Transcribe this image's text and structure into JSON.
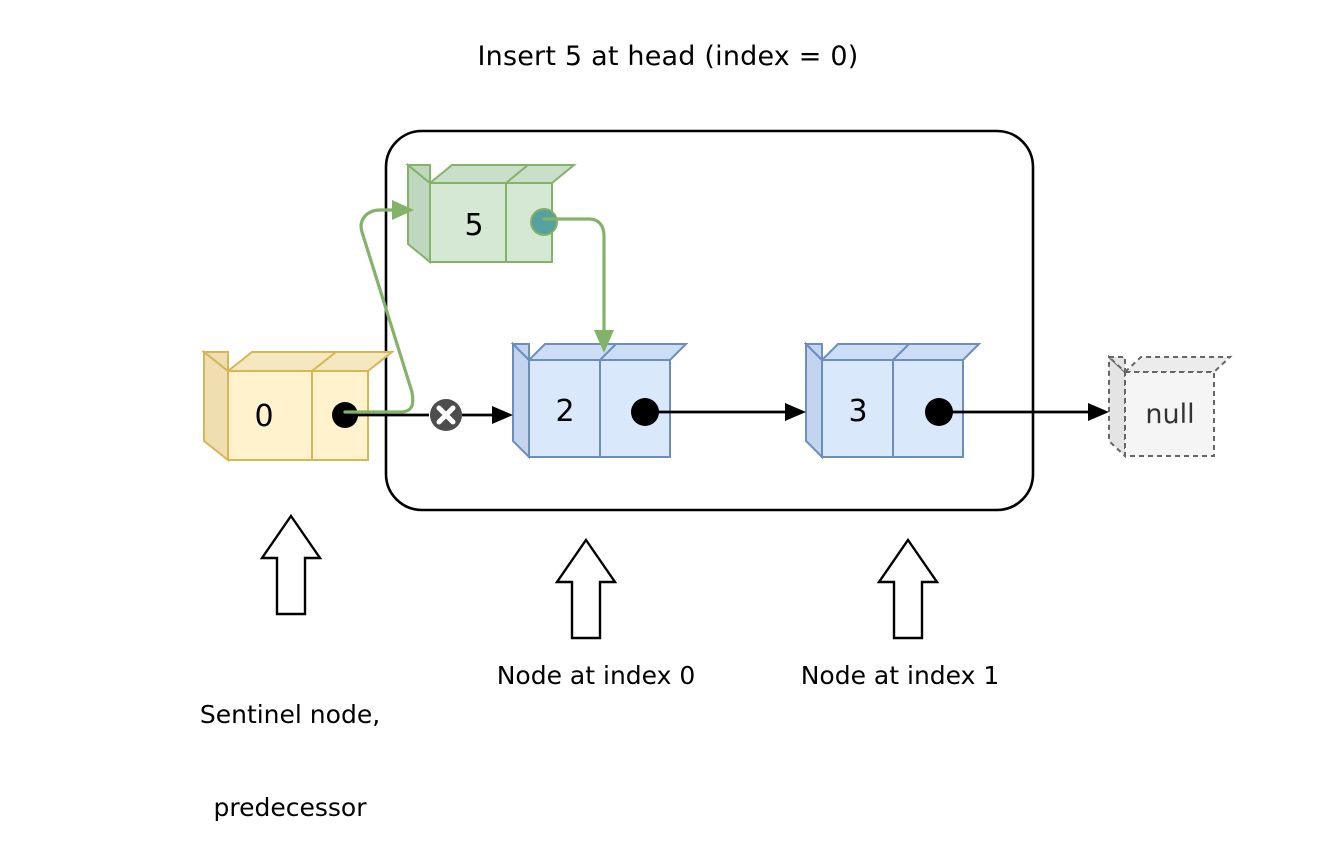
{
  "diagram": {
    "title": "Insert 5 at head (index = 0)",
    "type": "linked-list-insertion",
    "colors": {
      "sentinel_fill": "#fff2cc",
      "sentinel_stroke": "#d6b656",
      "sentinel_top_fill": "#f5e7be",
      "sentinel_side_fill": "#efdfb0",
      "new_node_fill": "#d5e8d4",
      "new_node_stroke": "#82b366",
      "new_node_top_fill": "#cadfc9",
      "new_node_side_fill": "#c0d7bf",
      "node_fill": "#dae8fc",
      "node_stroke": "#6c8ebf",
      "node_top_fill": "#ccddf5",
      "node_side_fill": "#c2d4ee",
      "null_fill": "#f5f5f5",
      "null_stroke": "#666666",
      "pointer_arrow": "#000000",
      "new_pointer_arrow": "#82b366",
      "pointer_dot": "#000000",
      "new_pointer_dot": "#57a0a0",
      "cut_marker": "#4d4d4d",
      "boundary_stroke": "#000000"
    },
    "nodes": [
      {
        "id": "sentinel",
        "value": "0",
        "role": "sentinel",
        "dot": "black-dot"
      },
      {
        "id": "new",
        "value": "5",
        "role": "new-node",
        "dot": "teal-dot"
      },
      {
        "id": "index0",
        "value": "2",
        "role": "list-node",
        "dot": "black-dot"
      },
      {
        "id": "index1",
        "value": "3",
        "role": "list-node",
        "dot": "black-dot"
      },
      {
        "id": "terminator",
        "value": "null",
        "role": "null-terminator",
        "dot": "none"
      }
    ],
    "captions": [
      {
        "id": "sentinel",
        "line1": "Sentinel node,",
        "line2": "predecessor"
      },
      {
        "id": "index0",
        "line1": "Node at index 0",
        "line2": ""
      },
      {
        "id": "index1",
        "line1": "Node at index 1",
        "line2": ""
      }
    ],
    "markers": {
      "cut_label": "x",
      "cut_meaning": "old link removed"
    },
    "edges": [
      {
        "from": "sentinel",
        "to": "index0",
        "style": "black-solid",
        "state": "severed"
      },
      {
        "from": "sentinel",
        "to": "new",
        "style": "green-solid",
        "state": "new"
      },
      {
        "from": "new",
        "to": "index0",
        "style": "green-solid",
        "state": "new"
      },
      {
        "from": "index0",
        "to": "index1",
        "style": "black-solid",
        "state": "existing"
      },
      {
        "from": "index1",
        "to": "terminator",
        "style": "black-solid",
        "state": "existing"
      }
    ]
  }
}
